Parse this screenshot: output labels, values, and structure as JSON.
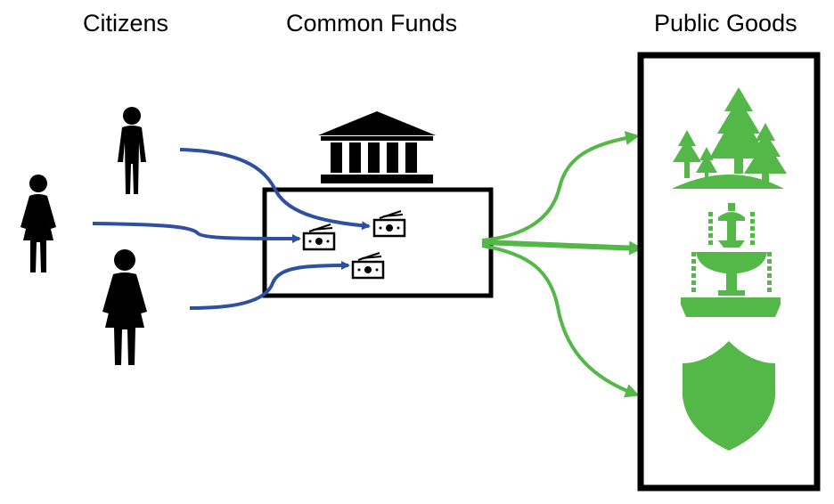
{
  "headings": {
    "citizens": "Citizens",
    "common_funds": "Common Funds",
    "public_goods": "Public Goods"
  },
  "colors": {
    "citizen_flow": "#2f4fa0",
    "public_flow": "#53b848",
    "outline": "#000000",
    "public_good_icon": "#53b848"
  },
  "icons": {
    "citizens": [
      "man-icon",
      "woman-icon",
      "woman-icon"
    ],
    "common_funds": [
      "bank-building-icon",
      "money-bill-icon",
      "money-bill-icon",
      "money-bill-icon"
    ],
    "public_goods": [
      "park-trees-icon",
      "fountain-icon",
      "shield-icon"
    ]
  }
}
